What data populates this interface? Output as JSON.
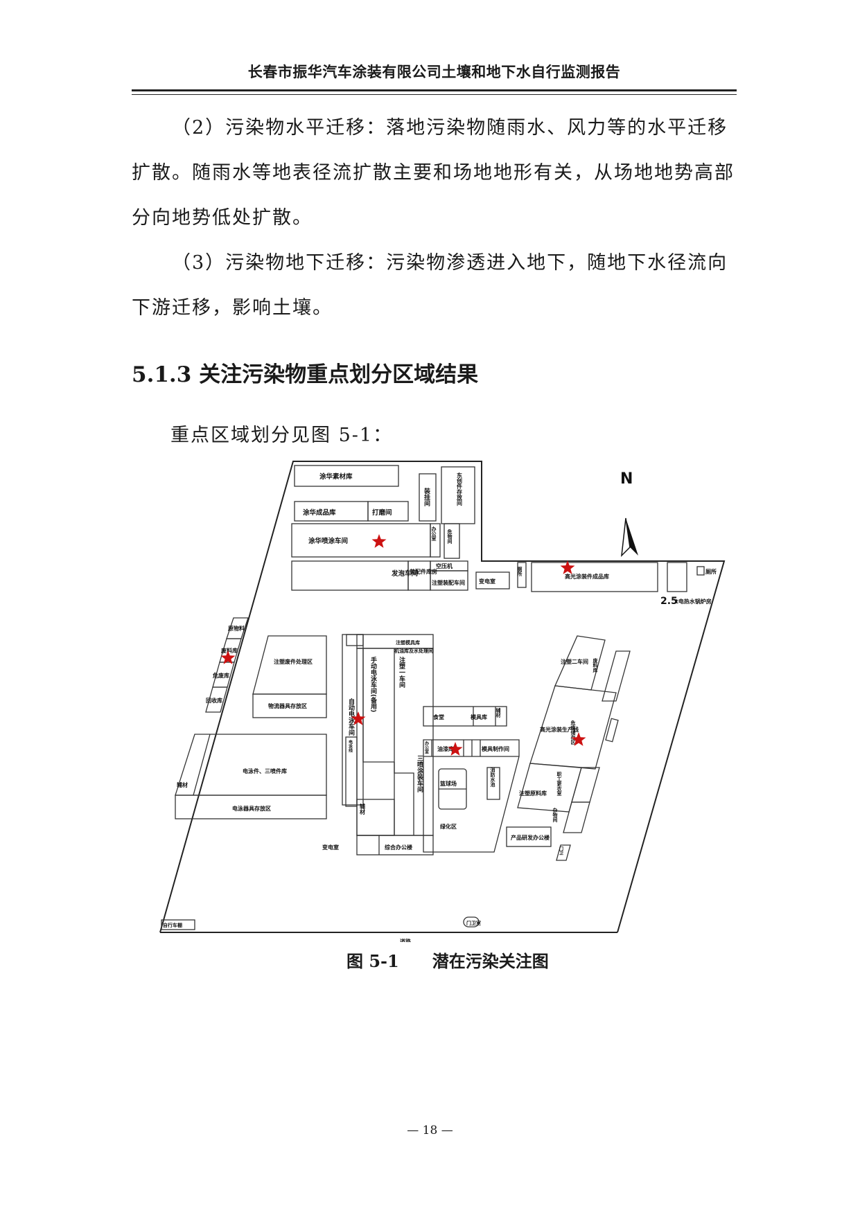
{
  "header": {
    "title": "长春市振华汽车涂装有限公司土壤和地下水自行监测报告"
  },
  "body": {
    "para1_line1": "（2）污染物水平迁移：落地污染物随雨水、风力等的水平迁移",
    "para1_line2": "扩散。随雨水等地表径流扩散主要和场地地形有关，从场地地势高部",
    "para1_line3": "分向地势低处扩散。",
    "para2_line1": "（3）污染物地下迁移：污染物渗透进入地下，随地下水径流向",
    "para2_line2": "下游迁移，影响土壤。"
  },
  "section": {
    "heading": "5.1.3 关注污染物重点划分区域结果"
  },
  "lead": "重点区域划分见图 5-1：",
  "map": {
    "north": "N",
    "labels": {
      "l01": "涂华素材库",
      "l02": "涂华成品库",
      "l03": "打磨间",
      "l04": "涂华喷涂车间",
      "l05": "装挂间",
      "l06": "东创件存放间",
      "l07": "办公室",
      "l08": "危物间",
      "l09": "发泡车间",
      "l10": "装配件库房",
      "l11": "空压机",
      "l12": "注塑装配车间",
      "l13": "变电室",
      "l14": "厕所",
      "l15": "高光涂装件成品库",
      "l16": "厕所",
      "l17": "2.5",
      "l18": "t电热水锅炉房",
      "l19": "原物料",
      "l20": "废料库",
      "l21": "危废库",
      "l22": "回收库",
      "l23": "注塑废件处理区",
      "l24": "物流器具存放区",
      "l25": "注塑模具库",
      "l26": "机油库及水处理间",
      "l27": "手动电泳车间(备用)",
      "l28": "自动电泳车间",
      "l29": "注塑一车间",
      "l30": "三喷涂装车间",
      "l31": "电泳线",
      "l32": "电泳件、三喷件库",
      "l33": "辅材",
      "l34": "电泳器具存放区",
      "l35": "食堂",
      "l36": "模具库",
      "l37": "辅材",
      "l38": "油漆库",
      "l39": "模具制作间",
      "l40": "办公室",
      "l41": "篮球场",
      "l42": "消防水池",
      "l43": "绿化区",
      "l44": "注塑二车间",
      "l45": "废料库",
      "l46": "高光涂装生产线",
      "l47": "危废储存区",
      "l48": "注塑原料库",
      "l49": "职工更衣室",
      "l50": "杂物间",
      "l51": "产品研发办公楼",
      "l52": "变电室",
      "l53": "综合办公楼",
      "l54": "自行车棚",
      "l55": "门卫室",
      "l56": "门卫",
      "l57": "道路"
    }
  },
  "caption": {
    "number": "图 5-1",
    "title": "潜在污染关注图"
  },
  "footer": {
    "page": "— 18 —"
  },
  "colors": {
    "star": "#cc1111",
    "line": "#222222"
  }
}
